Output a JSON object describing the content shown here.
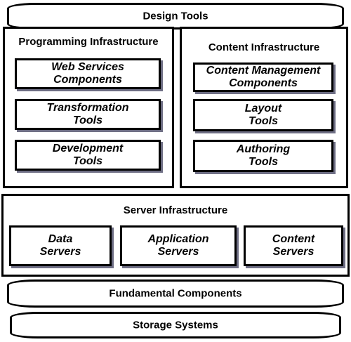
{
  "design_tools": "Design Tools",
  "programming": {
    "title": "Programming Infrastructure",
    "items": [
      "Web Services\nComponents",
      "Transformation\nTools",
      "Development\nTools"
    ]
  },
  "content": {
    "title": "Content Infrastructure",
    "items": [
      "Content Management\nComponents",
      "Layout\nTools",
      "Authoring\nTools"
    ]
  },
  "server": {
    "title": "Server Infrastructure",
    "items": [
      "Data\nServers",
      "Application\nServers",
      "Content\nServers"
    ]
  },
  "fundamental": "Fundamental Components",
  "storage": "Storage Systems"
}
